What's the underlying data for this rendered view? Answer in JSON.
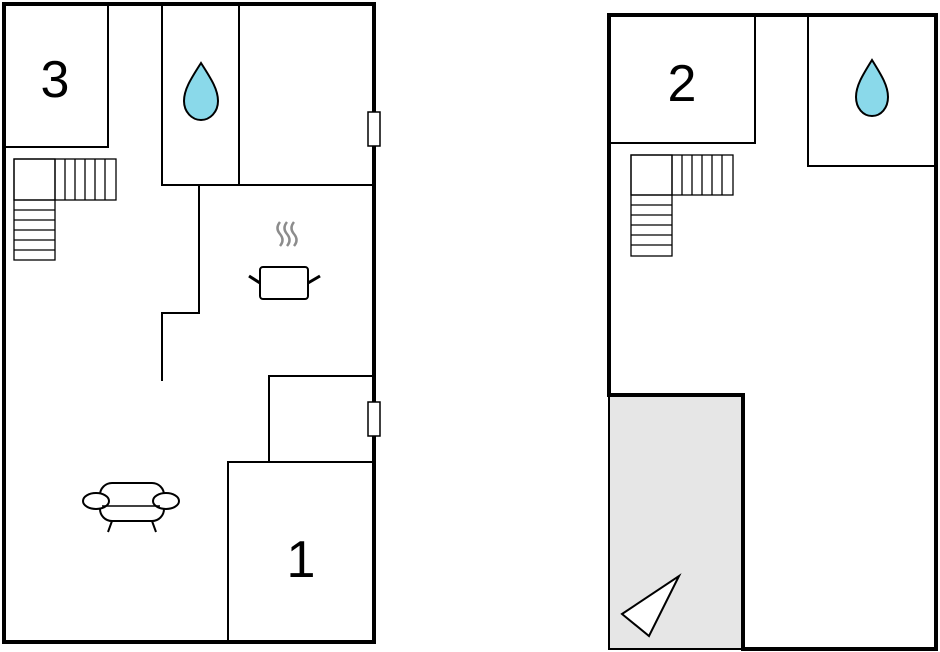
{
  "plans": [
    {
      "name": "left-floor",
      "rooms": [
        {
          "label": "3"
        },
        {
          "label": "1"
        }
      ]
    },
    {
      "name": "right-floor",
      "rooms": [
        {
          "label": "2"
        }
      ]
    }
  ],
  "icons": {
    "bathroom": "water-drop-icon",
    "kitchen": "cooking-pot-icon",
    "living": "sofa-icon",
    "stairs": "staircase-icon",
    "terrace": "terrace-triangle-icon"
  },
  "colors": {
    "wall": "#000000",
    "water": "#8ad9ea",
    "terrace": "#e6e6e6",
    "steam": "#8c8c8c"
  }
}
